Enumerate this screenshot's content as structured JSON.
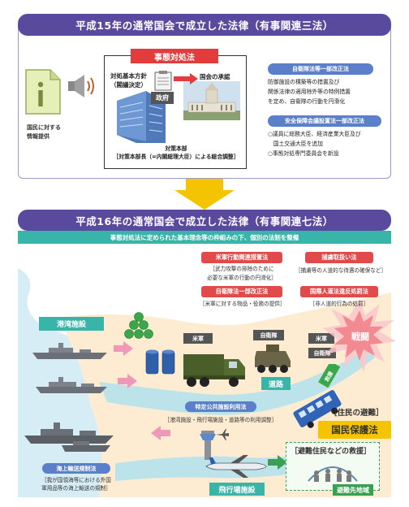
{
  "top": {
    "title": "平成15年の通常国会で成立した法律（有事関連三法）",
    "info_label": "国民に対する\n情報提供",
    "center_title": "事態対処法",
    "policy_label": "対処基本方針\n（閣議決定）",
    "approval_label": "国会の承認",
    "govt_label": "政府",
    "hq_label": "対策本部\n［対策本部長（=内閣総理大臣）による総合調整］",
    "sdf_amend_title": "自衛隊法等一部改正法",
    "sdf_amend_text": "防御施設の構築等の措置及び\n関係法律の適用除外等の特例措置\nを定め、自衛隊の行動を円滑化",
    "council_title": "安全保障会議設置法一部改正法",
    "council_items": [
      "○議員に総務大臣、経済産業大臣及び\n　国土交通大臣を追加",
      "○事態対処専門委員会を新設"
    ]
  },
  "bottom": {
    "title": "平成16年の通常国会で成立した法律（有事関連七法）",
    "subtitle": "事態対処法に定められた基本理念等の枠組みの下、個別の法制を整備",
    "us_act_title": "米軍行動関連措置法",
    "us_act_text": "［武力攻撃の排除のために\n必要な米軍の行動の円滑化］",
    "pow_title": "捕虜取扱い法",
    "pow_text": "［捕虜等の人道的な待遇の確保など］",
    "sdf_title": "自衛隊法一部改正法",
    "sdf_text": "［米軍に対する物品・役務の提供］",
    "ihl_title": "国際人道法違反処罰法",
    "ihl_text": "［非人道的行為の処罰］",
    "port_label": "港湾施設",
    "us_forces_1": "米軍",
    "sdf_1": "自衛隊",
    "us_forces_2": "米軍",
    "sdf_2": "自衛隊",
    "battle_label": "戦闘",
    "road_label": "道路",
    "sea_title": "海上輸送規制法",
    "sea_text": "［我が国領海等における外国\n軍用品等の海上輸送の規制］",
    "public_title": "特定公共施設利用法",
    "public_text": "［港湾施設・飛行場施設・道路等の利用調整］",
    "airport_label": "飛行場施設",
    "evac_label": "［住民の避難］",
    "protection_label": "国民保護法",
    "rescue_label": "［避難住民などの救援］",
    "evac_site_label": "避難先地域",
    "rescue_tag": "救援"
  }
}
